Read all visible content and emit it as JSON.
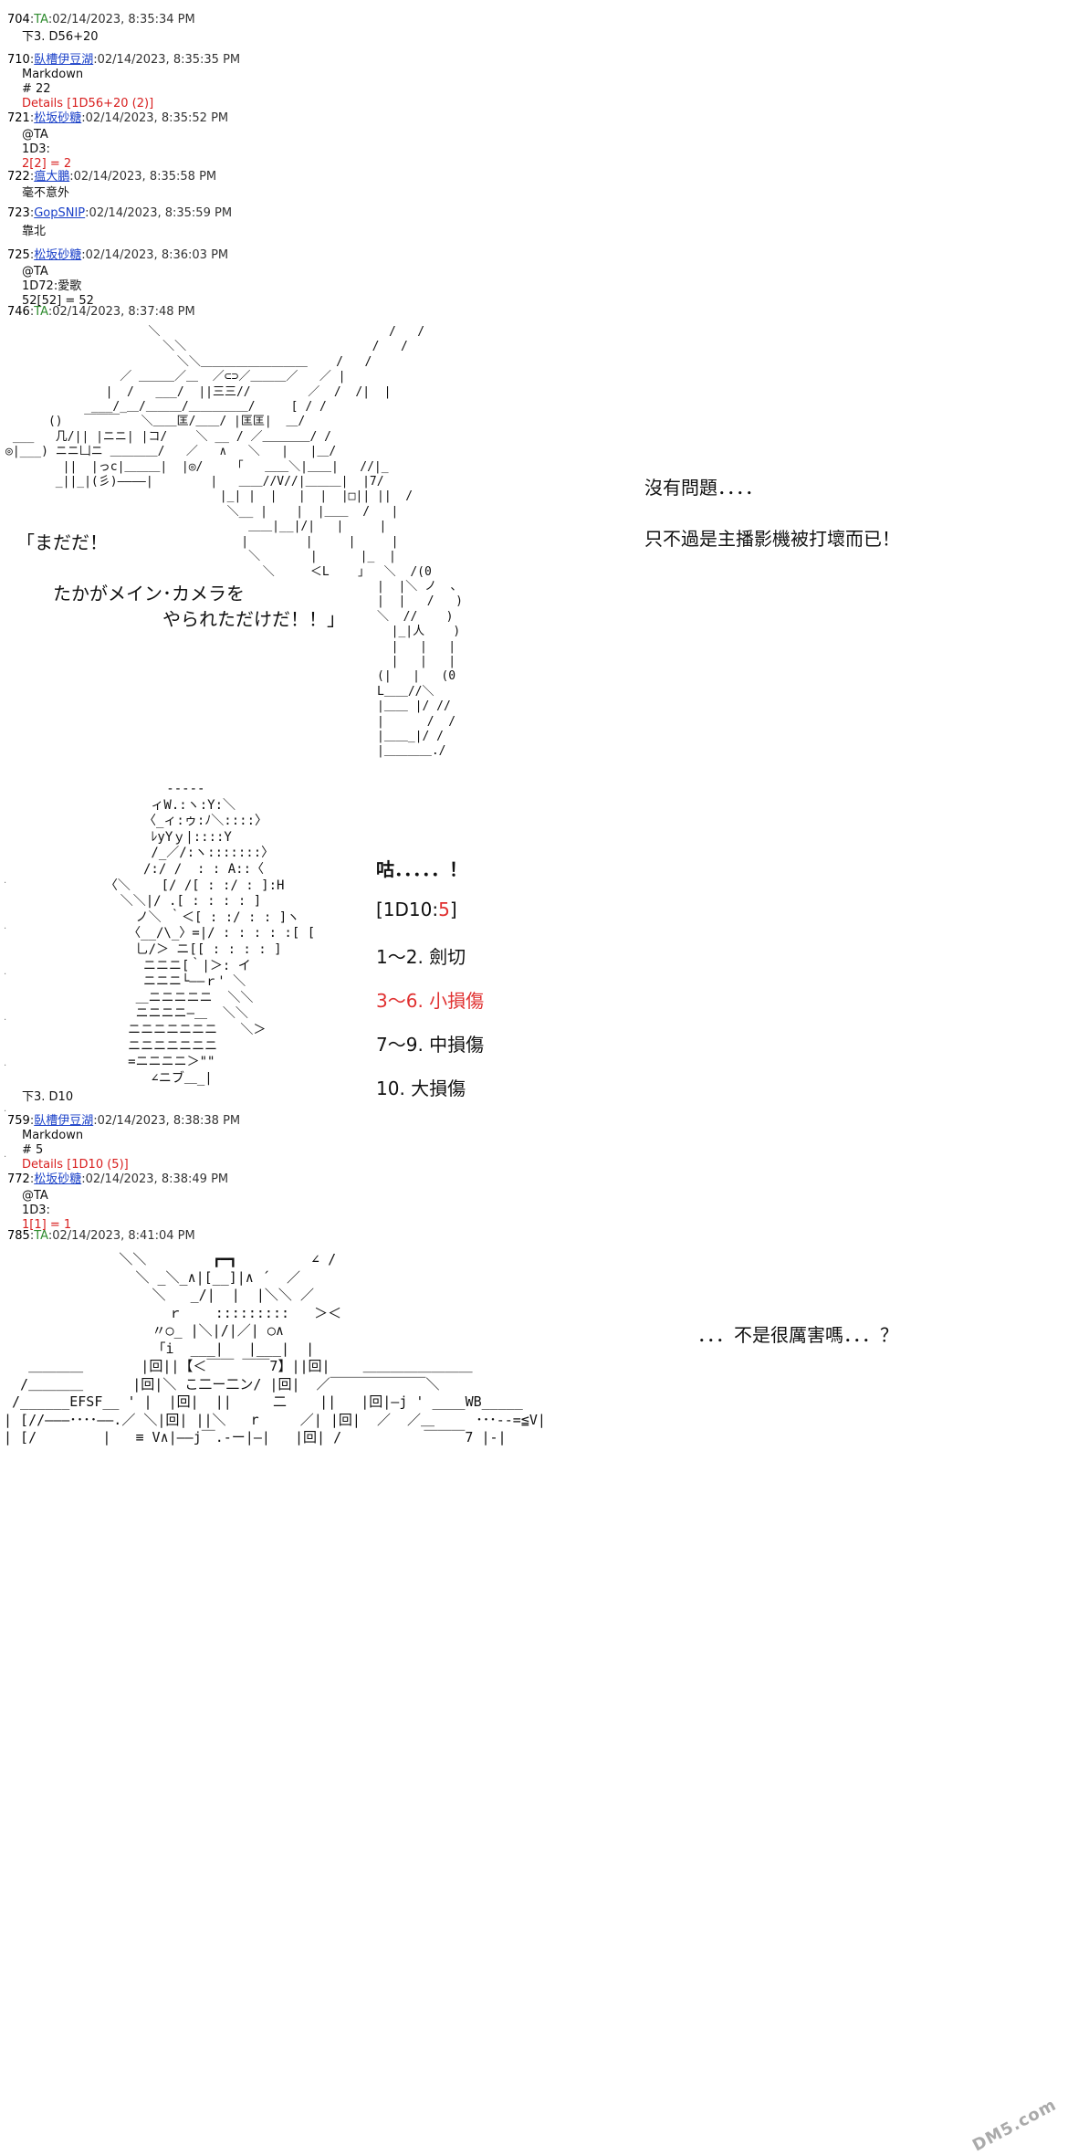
{
  "posts": [
    {
      "num": "704",
      "name": "TA",
      "time": "02/14/2023, 8:35:34 PM",
      "body": "下3. D56+20"
    },
    {
      "num": "710",
      "name": "臥槽伊豆湖",
      "time": "02/14/2023, 8:35:35 PM",
      "body": "Markdown\n# 22",
      "red": "Details [1D56+20 (2)]"
    },
    {
      "num": "721",
      "name": "松坂砂糖",
      "time": "02/14/2023, 8:35:52 PM",
      "body": "@TA\n1D3:",
      "red": "2[2] = 2"
    },
    {
      "num": "722",
      "name": "瘟大鵬",
      "time": "02/14/2023, 8:35:58 PM",
      "body": "毫不意外"
    },
    {
      "num": "723",
      "name": "GopSNIP",
      "time": "02/14/2023, 8:35:59 PM",
      "body": "靠北"
    },
    {
      "num": "725",
      "name": "松坂砂糖",
      "time": "02/14/2023, 8:36:03 PM",
      "body": "@TA\n1D72:愛歌\n52[52] = 52"
    },
    {
      "num": "746",
      "name": "TA",
      "time": "02/14/2023, 8:37:48 PM"
    },
    {
      "num": "759",
      "name": "臥槽伊豆湖",
      "time": "02/14/2023, 8:38:38 PM",
      "body": "Markdown\n# 5",
      "red": "Details [1D10 (5)]"
    },
    {
      "num": "772",
      "name": "松坂砂糖",
      "time": "02/14/2023, 8:38:49 PM",
      "body": "@TA\n1D3:",
      "red": "1[1] = 1"
    },
    {
      "num": "785",
      "name": "TA",
      "time": "02/14/2023, 8:41:04 PM"
    }
  ],
  "scene1": {
    "right_lines": "沒有問題．．．．\n\n只不過是主播影機被打壞而已！",
    "left_lines": "「まだだ！\n\n　　たかがメイン･カメラを\n　　　　　　　　やられただけだ！！」"
  },
  "scene2": {
    "title": "咕．．．．．！",
    "dice": "[1D10:",
    "dice_val": "5",
    "dice_end": "]",
    "items": [
      {
        "text": "1～2. 劍切",
        "hit": false
      },
      {
        "text": "3～6. 小損傷",
        "hit": true
      },
      {
        "text": "7～9. 中損傷",
        "hit": false
      },
      {
        "text": "10. 大損傷",
        "hit": false
      }
    ],
    "after": "下3. D10"
  },
  "scene3": {
    "right_text": "．．．不是很厲害嗎．．．？"
  },
  "art": {
    "gundam": "                    ＼                                /   /\n                      ＼＼                          /   /\n                        ＼＼＿＿＿＿＿＿＿＿＿    /   /\n                ／ ＿＿＿／＿  ／⊂⊃／＿＿＿／   ／ |\n              |  /   ___/  ||三三//        ／  /  /|  |\n            ___/_＿/＿＿＿/＿＿＿＿＿/     [ / /\n      ()   ￣￣￣   ＼＿＿匡/＿＿/ |匡匡|  ＿/\n ___   几/|| |ニニ| |コ/    ＼ __ / ／＿＿＿＿/ /\n◎|___) ニニ凵ニ ＿＿＿＿/   ／   ∧   ＼   |   |＿/\n        ||  |っc|＿＿＿|  |◎/    「   ＿＿＼|＿＿|   //|_\n       _||_|(彡)――――|        |   ＿＿//V//|＿＿＿|  |7/\n                              |_| |  |   |  |  |□|| ||  /\n                               ＼__ |    |  |＿＿  /   |\n                                  ＿＿|__|/|   |     |\n                                 |        |     |     |\n                                  ＼       |      |_  |\n                                    ＼     ＜L    」  ＼  /(0\n                                                    |  |＼ ノ  ､\n                                                    |  |   /   )\n                                                    ＼  //    )\n                                                      |_|人    )\n                                                      |   |   |\n                                                      |   |   |\n                                                    (|   |   (0\n                                                    L＿＿//＼\n                                                    |＿＿ |/ //\n                                                    |      /  /\n                                                    |＿＿_|/ /\n                                                    |＿＿＿＿./",
    "char2": "          -----\n        ィW.:ヽ:Y:＼\n       〈_ィ:ゥ:ﾉ＼::::〉\n        ﾚyYｙ|::::Y\n        /_／/:ヽ:::::::〉\n       /:/ /  : : A::〈\n  〈＼    [/ /[ : :/ : ]:H\n    ＼＼|/ .[ : : : : ]\n      ノ＼ ｀＜[ : :/ : : ]ヽ\n     〈__/\\_〉=|/ : : : : :[ [\n      乚/＞ ニ[[ : : : : ]\n       ニニニ[｀|＞: イ\n       ニニニ└――ｒ' ＼\n      ＿ニニニニニ  ＼＼\n      ニニニニ―＿  ＼＼\n     ニニニニニニニ   ＼＞\n     ニニニニニニニ\n     =ニニニニ＞\"\"\n        ∠ニブ＿_|",
    "mech3": "              ＼＼        ┏━┓         ∠ /\n                ＼ _＼_∧|[__]|∧ ´  ／\n                  ＼   _/|  |  |＼＼ ／\n                    ｒ    :::::::::   ＞＜\n                  〃○_ |＼|/|／| ○∧\n                  「i  ___|   |___|  |\n   ＿＿＿＿       |回||【＜￣￣ ￣￣7】||回|    ＿＿＿＿＿＿＿＿\n  /＿＿＿＿      |回|＼ こ二ー二ン/ |回|  ／￣￣￣￣￣￣￣＼\n /______EFSF__ ' |  |回|  ||     二    ||   |回|―j ' ____WB_____\n| [//―――････――.／ ＼|回| ||＼   r     ／| |回|  ／  ／＿     ･･･--=≦V|\n| [/        |   ≡ V∧|――j￣.-ー|―|   |回| /          ￣￣￣7 |-|",
    "watermark": "DM5.com"
  }
}
